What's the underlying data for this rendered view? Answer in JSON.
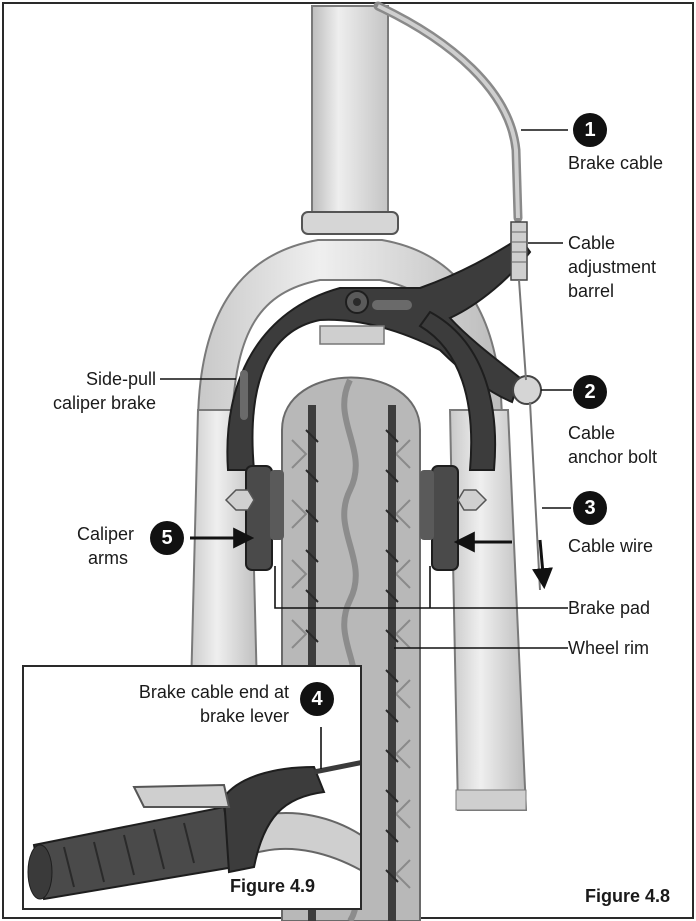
{
  "callouts": {
    "c1": {
      "number": "1",
      "label": "Brake cable"
    },
    "c_adjust": {
      "label_lines": [
        "Cable",
        "adjustment",
        "barrel"
      ]
    },
    "c2": {
      "number": "2",
      "label_lines": [
        "Cable",
        "anchor bolt"
      ]
    },
    "c3": {
      "number": "3",
      "label": "Cable wire"
    },
    "c_brake_pad": {
      "label": "Brake pad"
    },
    "c_wheel_rim": {
      "label": "Wheel rim"
    },
    "c_side_pull": {
      "label_lines": [
        "Side-pull",
        "caliper brake"
      ]
    },
    "c5": {
      "number": "5",
      "label_lines": [
        "Caliper",
        "arms"
      ]
    },
    "c4": {
      "number": "4",
      "label_lines": [
        "Brake cable end at",
        "brake lever"
      ]
    }
  },
  "figures": {
    "main_caption": "Figure 4.8",
    "inset_caption": "Figure 4.9"
  },
  "icons": {
    "badge": "numbered-circle-icon",
    "arrow": "arrow-icon"
  },
  "colors": {
    "fork": "#d9d9d9",
    "fork_outline": "#7a7a7a",
    "caliper": "#3a3a3a",
    "tire": "#b5b5b5",
    "tread": "#454545",
    "badge": "#111111"
  }
}
